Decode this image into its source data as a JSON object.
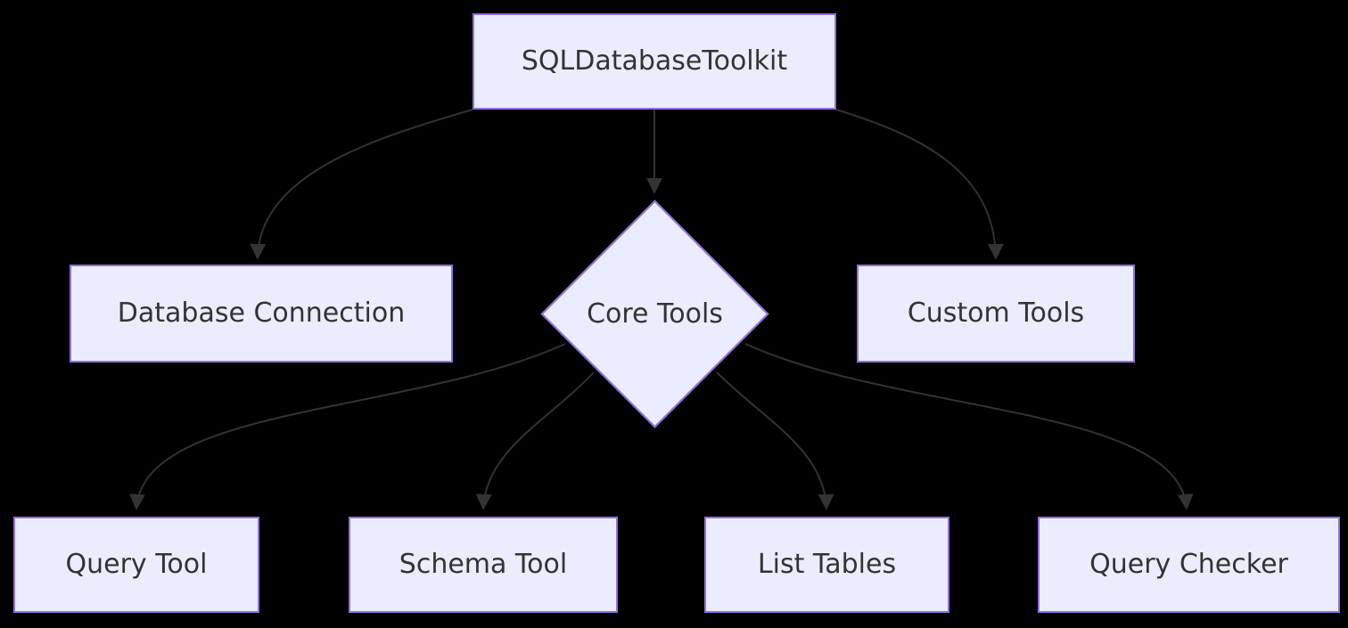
{
  "diagram": {
    "type": "flowchart",
    "colors": {
      "bg": "#000000",
      "node-fill": "#ECECFF",
      "node-border": "#9370DB",
      "edge-color": "#333333",
      "text-color": "#333333"
    },
    "nodes": {
      "toolkit": {
        "label": "SQLDatabaseToolkit",
        "shape": "rect"
      },
      "database_connection": {
        "label": "Database Connection",
        "shape": "rect"
      },
      "core_tools": {
        "label": "Core Tools",
        "shape": "diamond"
      },
      "custom_tools": {
        "label": "Custom Tools",
        "shape": "rect"
      },
      "query_tool": {
        "label": "Query Tool",
        "shape": "rect"
      },
      "schema_tool": {
        "label": "Schema Tool",
        "shape": "rect"
      },
      "list_tables": {
        "label": "List Tables",
        "shape": "rect"
      },
      "query_checker": {
        "label": "Query Checker",
        "shape": "rect"
      }
    },
    "edges": [
      {
        "from": "SQLDatabaseToolkit",
        "to": "Database Connection"
      },
      {
        "from": "SQLDatabaseToolkit",
        "to": "Core Tools"
      },
      {
        "from": "SQLDatabaseToolkit",
        "to": "Custom Tools"
      },
      {
        "from": "Core Tools",
        "to": "Query Tool"
      },
      {
        "from": "Core Tools",
        "to": "Schema Tool"
      },
      {
        "from": "Core Tools",
        "to": "List Tables"
      },
      {
        "from": "Core Tools",
        "to": "Query Checker"
      }
    ]
  }
}
